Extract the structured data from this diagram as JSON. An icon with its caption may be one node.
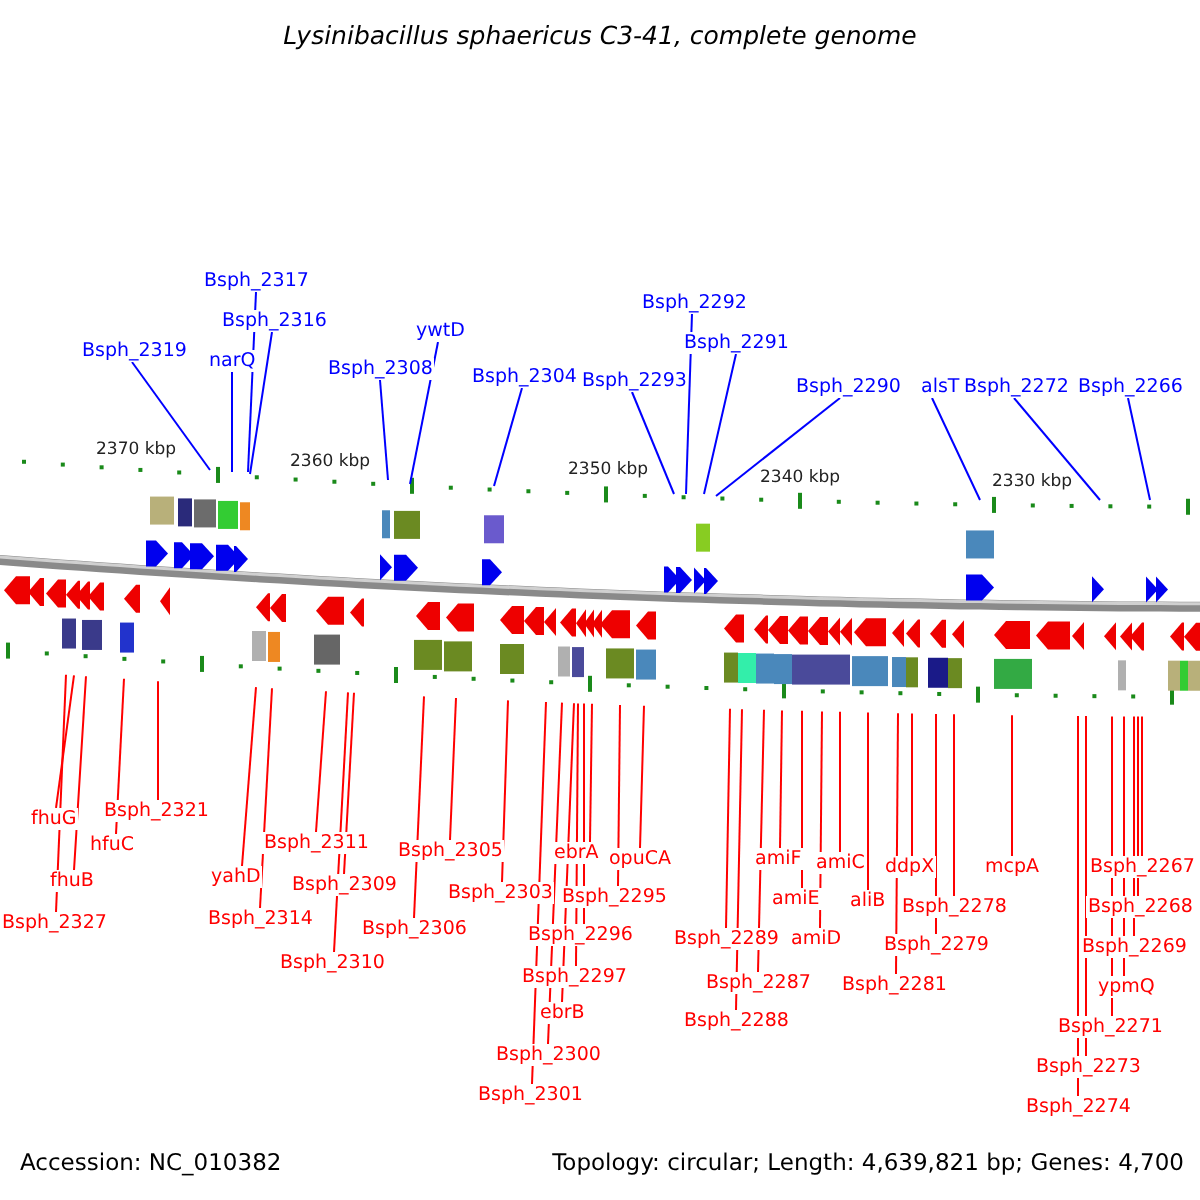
{
  "diagram": {
    "title": "Lysinibacillus sphaericus C3-41, complete genome",
    "nodes": [
      {
        "text": [
          "Bsph_2319"
        ]
      },
      {
        "text": [
          "Bsph_2317"
        ]
      },
      {
        "text": [
          "Bsph_2316"
        ]
      },
      {
        "text": [
          "narQ"
        ]
      },
      {
        "text": [
          "Bsph_2308"
        ]
      },
      {
        "text": [
          "ywtD"
        ]
      },
      {
        "text": [
          "Bsph_2304"
        ]
      },
      {
        "text": [
          "Bsph_2293"
        ]
      },
      {
        "text": [
          "Bsph_2292"
        ]
      },
      {
        "text": [
          "Bsph_2291"
        ]
      },
      {
        "text": [
          "Bsph_2290"
        ]
      },
      {
        "text": [
          "alsT"
        ]
      },
      {
        "text": [
          "Bsph_2272"
        ]
      },
      {
        "text": [
          "Bsph_2266"
        ]
      },
      {
        "text": [
          "Bsph_2327"
        ]
      },
      {
        "text": [
          "fhuG"
        ]
      },
      {
        "text": [
          "fhuB"
        ]
      },
      {
        "text": [
          "hfuC"
        ]
      },
      {
        "text": [
          "Bsph_2321"
        ]
      },
      {
        "text": [
          "yahD"
        ]
      },
      {
        "text": [
          "Bsph_2314"
        ]
      },
      {
        "text": [
          "Bsph_2311"
        ]
      },
      {
        "text": [
          "Bsph_2310"
        ]
      },
      {
        "text": [
          "Bsph_2309"
        ]
      },
      {
        "text": [
          "Bsph_2306"
        ]
      },
      {
        "text": [
          "Bsph_2305"
        ]
      },
      {
        "text": [
          "Bsph_2303"
        ]
      },
      {
        "text": [
          "Bsph_2301"
        ]
      },
      {
        "text": [
          "Bsph_2300"
        ]
      },
      {
        "text": [
          "ebrB"
        ]
      },
      {
        "text": [
          "Bsph_2297"
        ]
      },
      {
        "text": [
          "Bsph_2296"
        ]
      },
      {
        "text": [
          "ebrA"
        ]
      },
      {
        "text": [
          "Bsph_2295"
        ]
      },
      {
        "text": [
          "opuCA"
        ]
      },
      {
        "text": [
          "Bsph_2289"
        ]
      },
      {
        "text": [
          "Bsph_2288"
        ]
      },
      {
        "text": [
          "Bsph_2287"
        ]
      },
      {
        "text": [
          "amiF"
        ]
      },
      {
        "text": [
          "amiE"
        ]
      },
      {
        "text": [
          "amiD"
        ]
      },
      {
        "text": [
          "amiC"
        ]
      },
      {
        "text": [
          "aliB"
        ]
      },
      {
        "text": [
          "Bsph_2281"
        ]
      },
      {
        "text": [
          "ddpX"
        ]
      },
      {
        "text": [
          "Bsph_2279"
        ]
      },
      {
        "text": [
          "Bsph_2278"
        ]
      },
      {
        "text": [
          "mcpA"
        ]
      },
      {
        "text": [
          "Bsph_2274"
        ]
      },
      {
        "text": [
          "Bsph_2273"
        ]
      },
      {
        "text": [
          "Bsph_2271"
        ]
      },
      {
        "text": [
          "ypmQ"
        ]
      },
      {
        "text": [
          "Bsph_2269"
        ]
      },
      {
        "text": [
          "Bsph_2268"
        ]
      },
      {
        "text": [
          "Bsph_2267"
        ]
      }
    ],
    "edges": [
      {
        "from": 0,
        "to": null,
        "arrow": "none",
        "color": "#0000ff"
      },
      {
        "from": 1,
        "to": null,
        "arrow": "none",
        "color": "#0000ff"
      },
      {
        "from": 2,
        "to": null,
        "arrow": "none",
        "color": "#0000ff"
      },
      {
        "from": 3,
        "to": null,
        "arrow": "none",
        "color": "#0000ff"
      },
      {
        "from": 4,
        "to": null,
        "arrow": "none",
        "color": "#0000ff"
      },
      {
        "from": 5,
        "to": null,
        "arrow": "none",
        "color": "#0000ff"
      },
      {
        "from": 6,
        "to": null,
        "arrow": "none",
        "color": "#0000ff"
      },
      {
        "from": 7,
        "to": null,
        "arrow": "none",
        "color": "#0000ff"
      },
      {
        "from": 8,
        "to": null,
        "arrow": "none",
        "color": "#0000ff"
      },
      {
        "from": 9,
        "to": null,
        "arrow": "none",
        "color": "#0000ff"
      },
      {
        "from": 10,
        "to": null,
        "arrow": "none",
        "color": "#0000ff"
      },
      {
        "from": 11,
        "to": null,
        "arrow": "none",
        "color": "#0000ff"
      },
      {
        "from": 12,
        "to": null,
        "arrow": "none",
        "color": "#0000ff"
      },
      {
        "from": 13,
        "to": null,
        "arrow": "none",
        "color": "#0000ff"
      },
      {
        "from": 14,
        "to": null,
        "arrow": "none"
      },
      {
        "from": 15,
        "to": null,
        "arrow": "none"
      },
      {
        "from": 16,
        "to": null,
        "arrow": "none"
      },
      {
        "from": 17,
        "to": null,
        "arrow": "none"
      },
      {
        "from": 18,
        "to": null,
        "arrow": "none"
      },
      {
        "from": 19,
        "to": null,
        "arrow": "none"
      },
      {
        "from": 20,
        "to": null,
        "arrow": "none"
      },
      {
        "from": 21,
        "to": null,
        "arrow": "none"
      },
      {
        "from": 22,
        "to": null,
        "arrow": "none"
      },
      {
        "from": 23,
        "to": null,
        "arrow": "none"
      },
      {
        "from": 24,
        "to": null,
        "arrow": "none"
      },
      {
        "from": 25,
        "to": null,
        "arrow": "none"
      },
      {
        "from": 26,
        "to": null,
        "arrow": "none"
      },
      {
        "from": 27,
        "to": null,
        "arrow": "none"
      },
      {
        "from": 28,
        "to": null,
        "arrow": "none"
      },
      {
        "from": 29,
        "to": null,
        "arrow": "none"
      },
      {
        "from": 30,
        "to": null,
        "arrow": "none"
      },
      {
        "from": 31,
        "to": null,
        "arrow": "none"
      },
      {
        "from": 32,
        "to": null,
        "arrow": "none"
      },
      {
        "from": 33,
        "to": null,
        "arrow": "none"
      },
      {
        "from": 34,
        "to": null,
        "arrow": "none"
      },
      {
        "from": 35,
        "to": null,
        "arrow": "none"
      },
      {
        "from": 36,
        "to": null,
        "arrow": "none"
      },
      {
        "from": 37,
        "to": null,
        "arrow": "none"
      },
      {
        "from": 38,
        "to": null,
        "arrow": "none"
      },
      {
        "from": 39,
        "to": null,
        "arrow": "none"
      },
      {
        "from": 40,
        "to": null,
        "arrow": "none"
      },
      {
        "from": 41,
        "to": null,
        "arrow": "none"
      },
      {
        "from": 42,
        "to": null,
        "arrow": "none"
      },
      {
        "from": 43,
        "to": null,
        "arrow": "none"
      },
      {
        "from": 44,
        "to": null,
        "arrow": "none"
      },
      {
        "from": 45,
        "to": null,
        "arrow": "none"
      },
      {
        "from": 46,
        "to": null,
        "arrow": "none"
      },
      {
        "from": 47,
        "to": null,
        "arrow": "none"
      },
      {
        "from": 48,
        "to": null,
        "arrow": "none"
      },
      {
        "from": 49,
        "to": null,
        "arrow": "none"
      },
      {
        "from": 50,
        "to": null,
        "arrow": "none"
      },
      {
        "from": 51,
        "to": null,
        "arrow": "none"
      },
      {
        "from": 52,
        "to": null,
        "arrow": "none"
      },
      {
        "from": 53,
        "to": null,
        "arrow": "none"
      },
      {
        "from": 54,
        "to": null,
        "arrow": "none"
      }
    ],
    "labels": [
      "2370 kbp",
      "2360 kbp",
      "2350 kbp",
      "2340 kbp",
      "2330 kbp",
      "Accession: NC_010382",
      "Topology: circular; Length: 4,639,821 bp; Genes: 4,700"
    ]
  }
}
